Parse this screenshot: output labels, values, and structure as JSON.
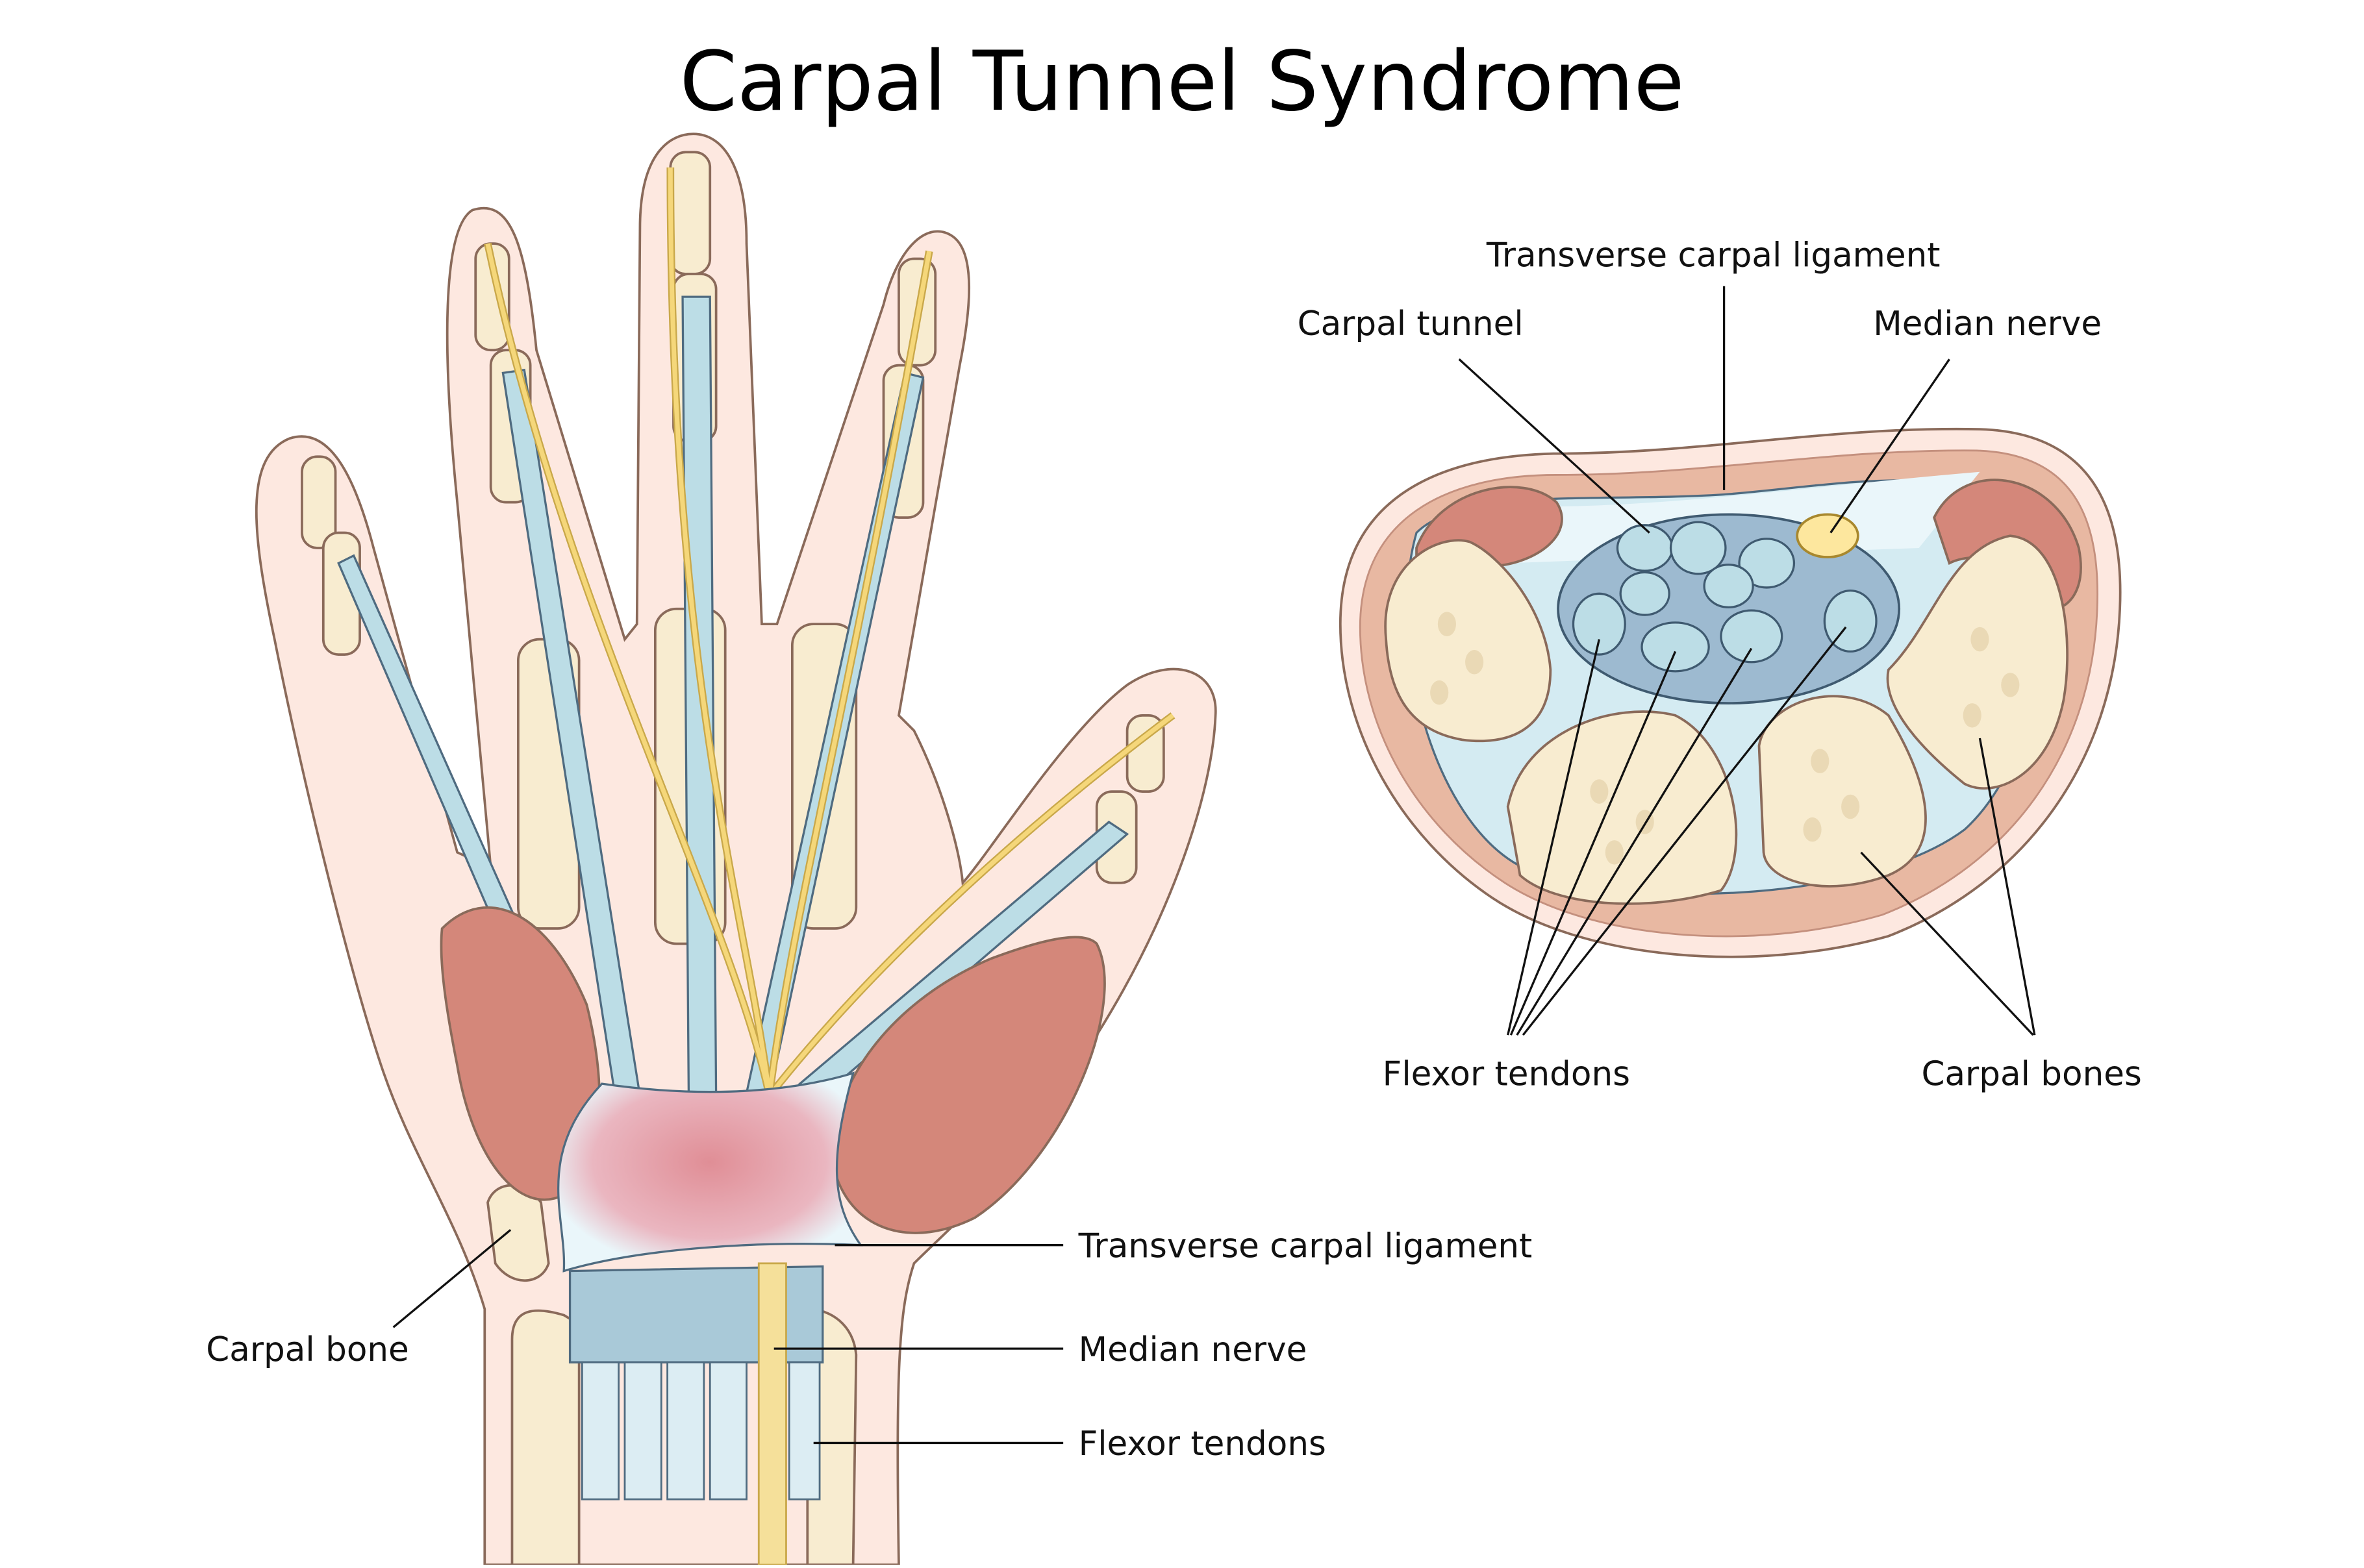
{
  "title": "Carpal Tunnel Syndrome",
  "hand_view": {
    "labels": {
      "transverse_carpal_ligament": "Transverse carpal ligament",
      "median_nerve": "Median nerve",
      "flexor_tendons": "Flexor tendons",
      "carpal_bone": "Carpal bone"
    }
  },
  "cross_section": {
    "labels": {
      "transverse_carpal_ligament": "Transverse carpal ligament",
      "carpal_tunnel": "Carpal tunnel",
      "median_nerve": "Median nerve",
      "flexor_tendons": "Flexor tendons",
      "carpal_bones": "Carpal bones"
    }
  },
  "colors": {
    "skin": "#fde8e0",
    "skin_outline": "#8a6a5a",
    "muscle": "#d4877a",
    "bone": "#f8ecd0",
    "tendon": "#bcdde6",
    "nerve": "#f5d77a",
    "tunnel": "#9dbad0",
    "ligament": "#eaf6fa"
  }
}
